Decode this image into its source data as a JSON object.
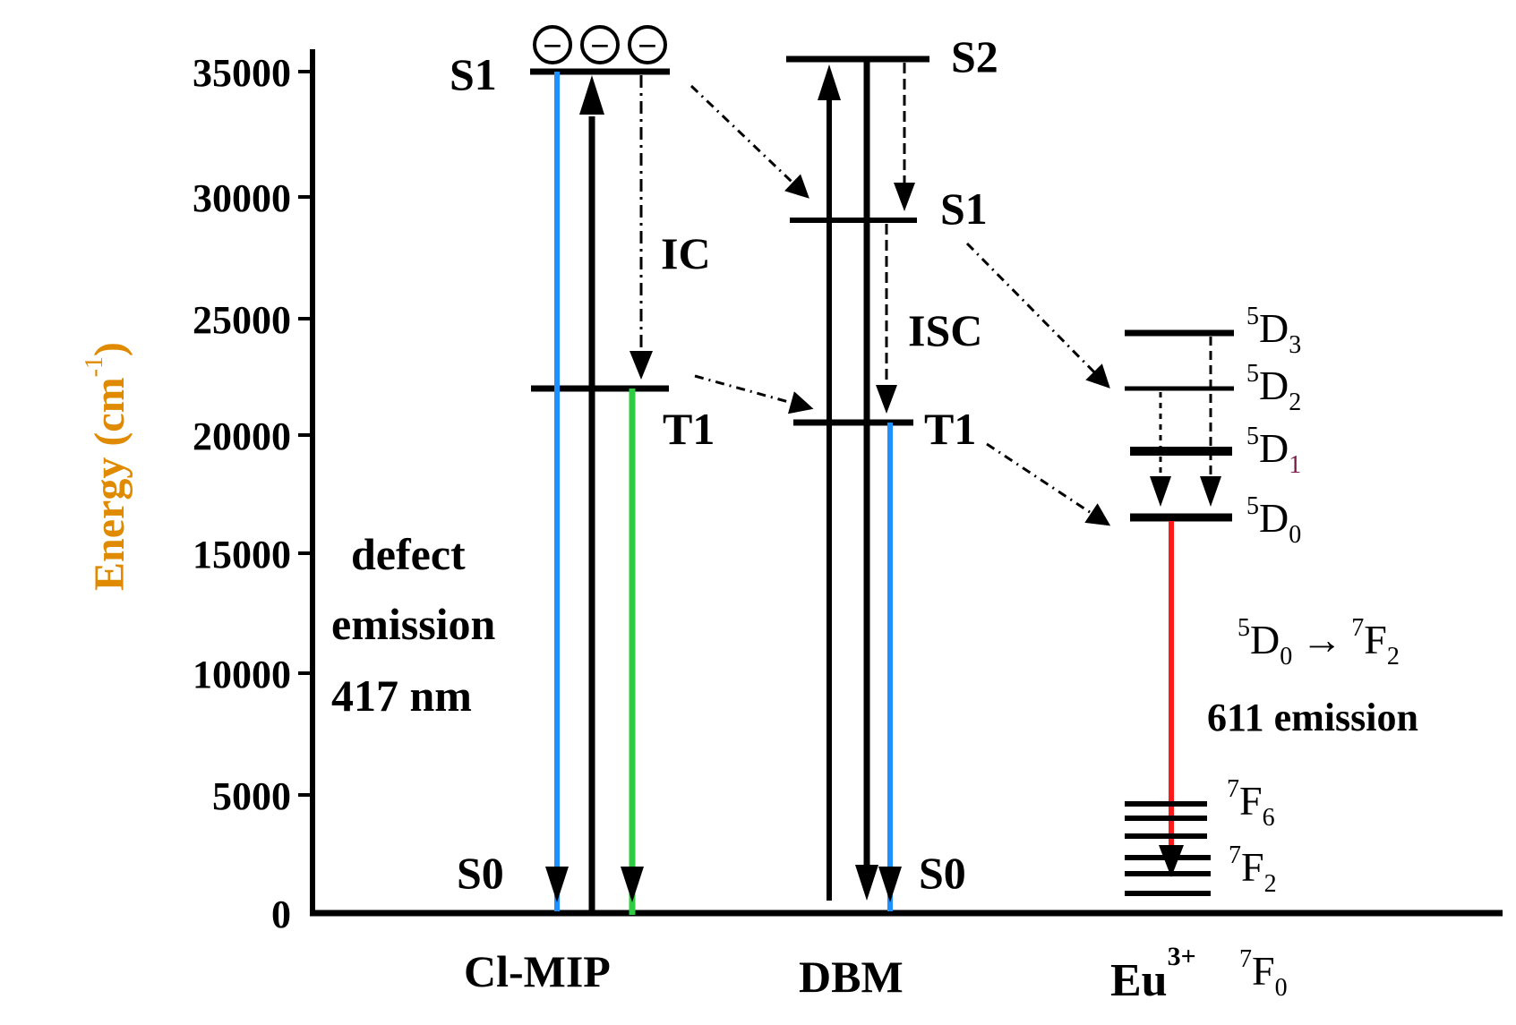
{
  "diagram": {
    "y_axis": {
      "label": "Energy (cm",
      "label_sup": "-1",
      "label_close": ")",
      "ticks": [
        "35000",
        "30000",
        "25000",
        "20000",
        "15000",
        "10000",
        "5000",
        "0"
      ]
    },
    "columns": {
      "clmip": "Cl-MIP",
      "dbm": "DBM",
      "eu_base": "Eu",
      "eu_sup": "3+",
      "eu_f0_sup": "7",
      "eu_f0_main": "F",
      "eu_f0_sub": "0"
    },
    "clmip_levels": {
      "s1": "S1",
      "t1": "T1",
      "s0": "S0",
      "ic": "IC"
    },
    "electron_symbol": "−",
    "defect": {
      "line1": "defect",
      "line2": "emission",
      "line3": "417 nm"
    },
    "dbm_levels": {
      "s2": "S2",
      "s1": "S1",
      "isc": "ISC",
      "t1": "T1",
      "s0": "S0"
    },
    "eu_levels": [
      {
        "sup": "5",
        "main": "D",
        "sub": "3"
      },
      {
        "sup": "5",
        "main": "D",
        "sub": "2"
      },
      {
        "sup": "5",
        "main": "D",
        "sub": "1"
      },
      {
        "sup": "5",
        "main": "D",
        "sub": "0"
      },
      {
        "sup": "7",
        "main": "F",
        "sub": "6"
      },
      {
        "sup": "7",
        "main": "F",
        "sub": "2"
      }
    ],
    "eu_transition": {
      "from_sup": "5",
      "from_main": "D",
      "from_sub": "0",
      "arrow": "→",
      "to_sup": "7",
      "to_main": "F",
      "to_sub": "2",
      "caption": "611 emission"
    },
    "colors": {
      "axis": "#000000",
      "blue": "#1e90ff",
      "green": "#2ecc40",
      "red": "#ff1a1a",
      "ylabel": "#e08a00",
      "sub_d1": "#7a1a4a"
    }
  }
}
